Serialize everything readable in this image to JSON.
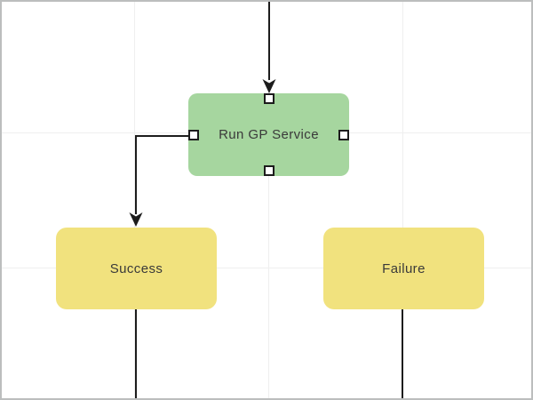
{
  "canvas": {
    "background_color": "#ffffff",
    "grid_color": "#efefef",
    "border_color": "#bcbebe",
    "connector_color": "#1c1c1c"
  },
  "nodes": {
    "gp_service": {
      "label": "Run GP Service",
      "fill": "#a6d69f",
      "text_color": "#3a3a3a",
      "selected": true,
      "handles": [
        "top",
        "right",
        "bottom",
        "left"
      ]
    },
    "success": {
      "label": "Success",
      "fill": "#f1e27e",
      "text_color": "#3a3a3a",
      "selected": false
    },
    "failure": {
      "label": "Failure",
      "fill": "#f1e27e",
      "text_color": "#3a3a3a",
      "selected": false
    }
  },
  "connectors": [
    {
      "id": "incoming-top",
      "from": "offscreen-top",
      "to": "gp_service-top-handle",
      "arrow": true
    },
    {
      "id": "gp-to-success",
      "from": "gp_service-left-handle",
      "to": "success-top",
      "arrow": true
    },
    {
      "id": "success-outgoing",
      "from": "success-bottom",
      "to": "offscreen-bottom",
      "arrow": false
    },
    {
      "id": "failure-outgoing",
      "from": "failure-bottom",
      "to": "offscreen-bottom",
      "arrow": false
    }
  ]
}
